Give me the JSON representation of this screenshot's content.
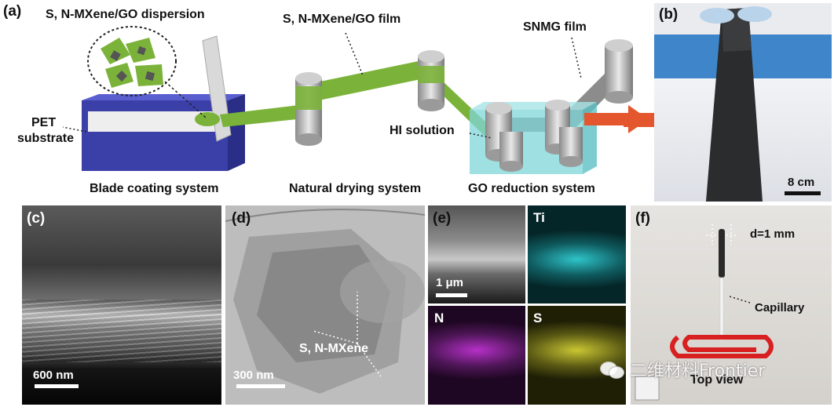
{
  "panel_a": {
    "letter": "(a)",
    "dispersion_label": "S, N-MXene/GO dispersion",
    "film_label": "S, N-MXene/GO film",
    "snmg_label": "SNMG film",
    "pet_label_line1": "PET",
    "pet_label_line2": "substrate",
    "hi_label": "HI solution",
    "blade_system": "Blade coating system",
    "drying_system": "Natural drying system",
    "reduction_system": "GO reduction system"
  },
  "panel_b": {
    "letter": "(b)",
    "scale": "8 cm"
  },
  "panel_c": {
    "letter": "(c)",
    "scale": "600 nm"
  },
  "panel_d": {
    "letter": "(d)",
    "scale": "300 nm",
    "annotation": "S, N-MXene"
  },
  "panel_e": {
    "letter": "(e)",
    "scale": "1 μm",
    "maps": [
      {
        "element": "Ti",
        "color": "#2ec4c9"
      },
      {
        "element": "N",
        "color": "#b630c8"
      },
      {
        "element": "S",
        "color": "#c9c633"
      }
    ]
  },
  "panel_f": {
    "letter": "(f)",
    "diameter": "d=1 mm",
    "capillary": "Capillary",
    "view": "Top view"
  },
  "watermark": "二维材料Frontier",
  "colors": {
    "green_film": "#7bb33a",
    "gray_film": "#8c8c8c",
    "arrow": "#e4572e",
    "substrate": "#3b3fa8"
  }
}
